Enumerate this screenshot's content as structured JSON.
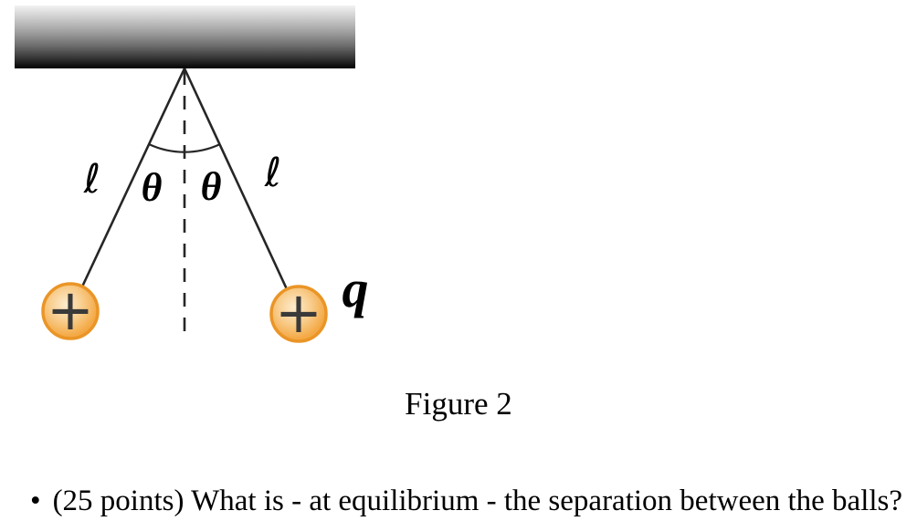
{
  "figure": {
    "caption": "Figure 2",
    "diagram": {
      "string_length_label_left": "ℓ",
      "string_length_label_right": "ℓ",
      "angle_label_left": "θ",
      "angle_label_right": "θ",
      "charge_label": "q",
      "charge_sign_left": "+",
      "charge_sign_right": "+"
    },
    "colors": {
      "ball_fill_highlight": "#fdeccd",
      "ball_fill_mid": "#f8cd8d",
      "ball_fill_edge": "#f4a945",
      "ball_outline": "#ea9526",
      "line": "#262626",
      "plus_sign": "#3a3a3a",
      "ceiling_top": "#f2f2f2",
      "ceiling_bottom": "#030303"
    }
  },
  "question": {
    "bullet": "•",
    "text": "(25 points) What is - at equilibrium - the separation between the balls?"
  }
}
